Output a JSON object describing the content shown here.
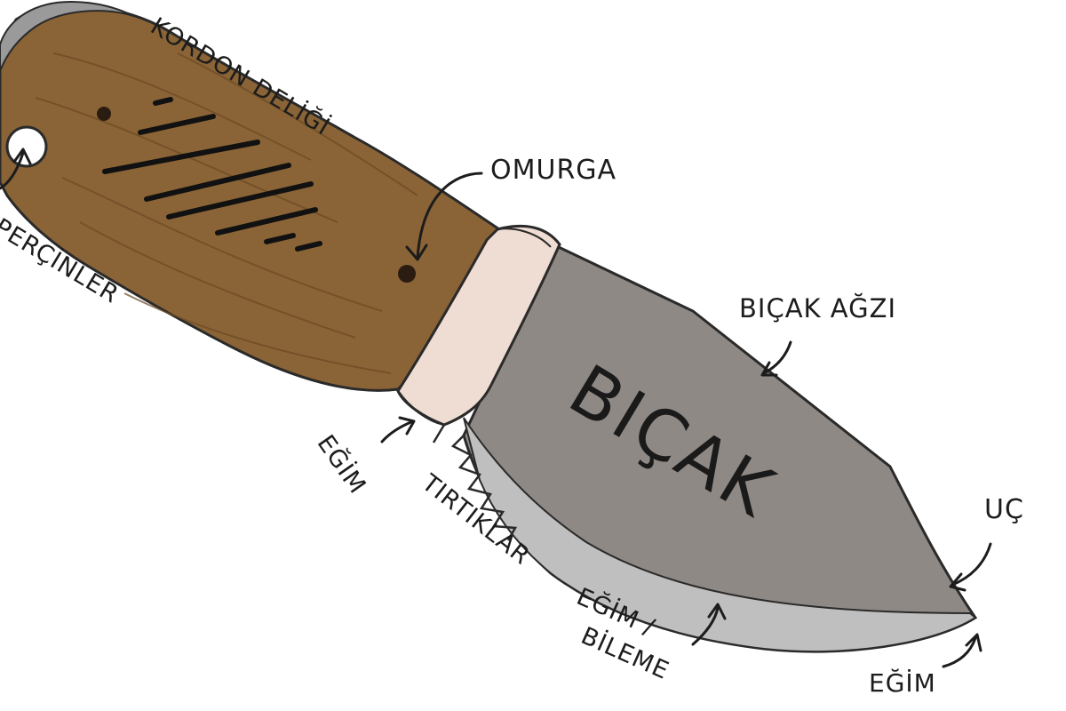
{
  "diagram": {
    "blade_title": "BIÇAK",
    "labels": {
      "lanyard_hole": "KORDON DELİĞİ",
      "tang": "OMURGA",
      "rivets": "PERÇİNLER",
      "spine": "BIÇAK AĞZI",
      "bolster_bevel": "EĞİM",
      "serrations": "TIRTIKLAR",
      "edge_bevel_line1": "EĞİM /",
      "edge_bevel_line2": "BİLEME",
      "point": "UÇ",
      "tip_bevel": "EĞİM"
    }
  },
  "colors": {
    "handle": "#8a6436",
    "handle_grain": "#6b4a24",
    "bolster": "#efdcd2",
    "blade": "#8f8985",
    "edge": "#bfbfbf",
    "outline": "#2a2a2a"
  }
}
